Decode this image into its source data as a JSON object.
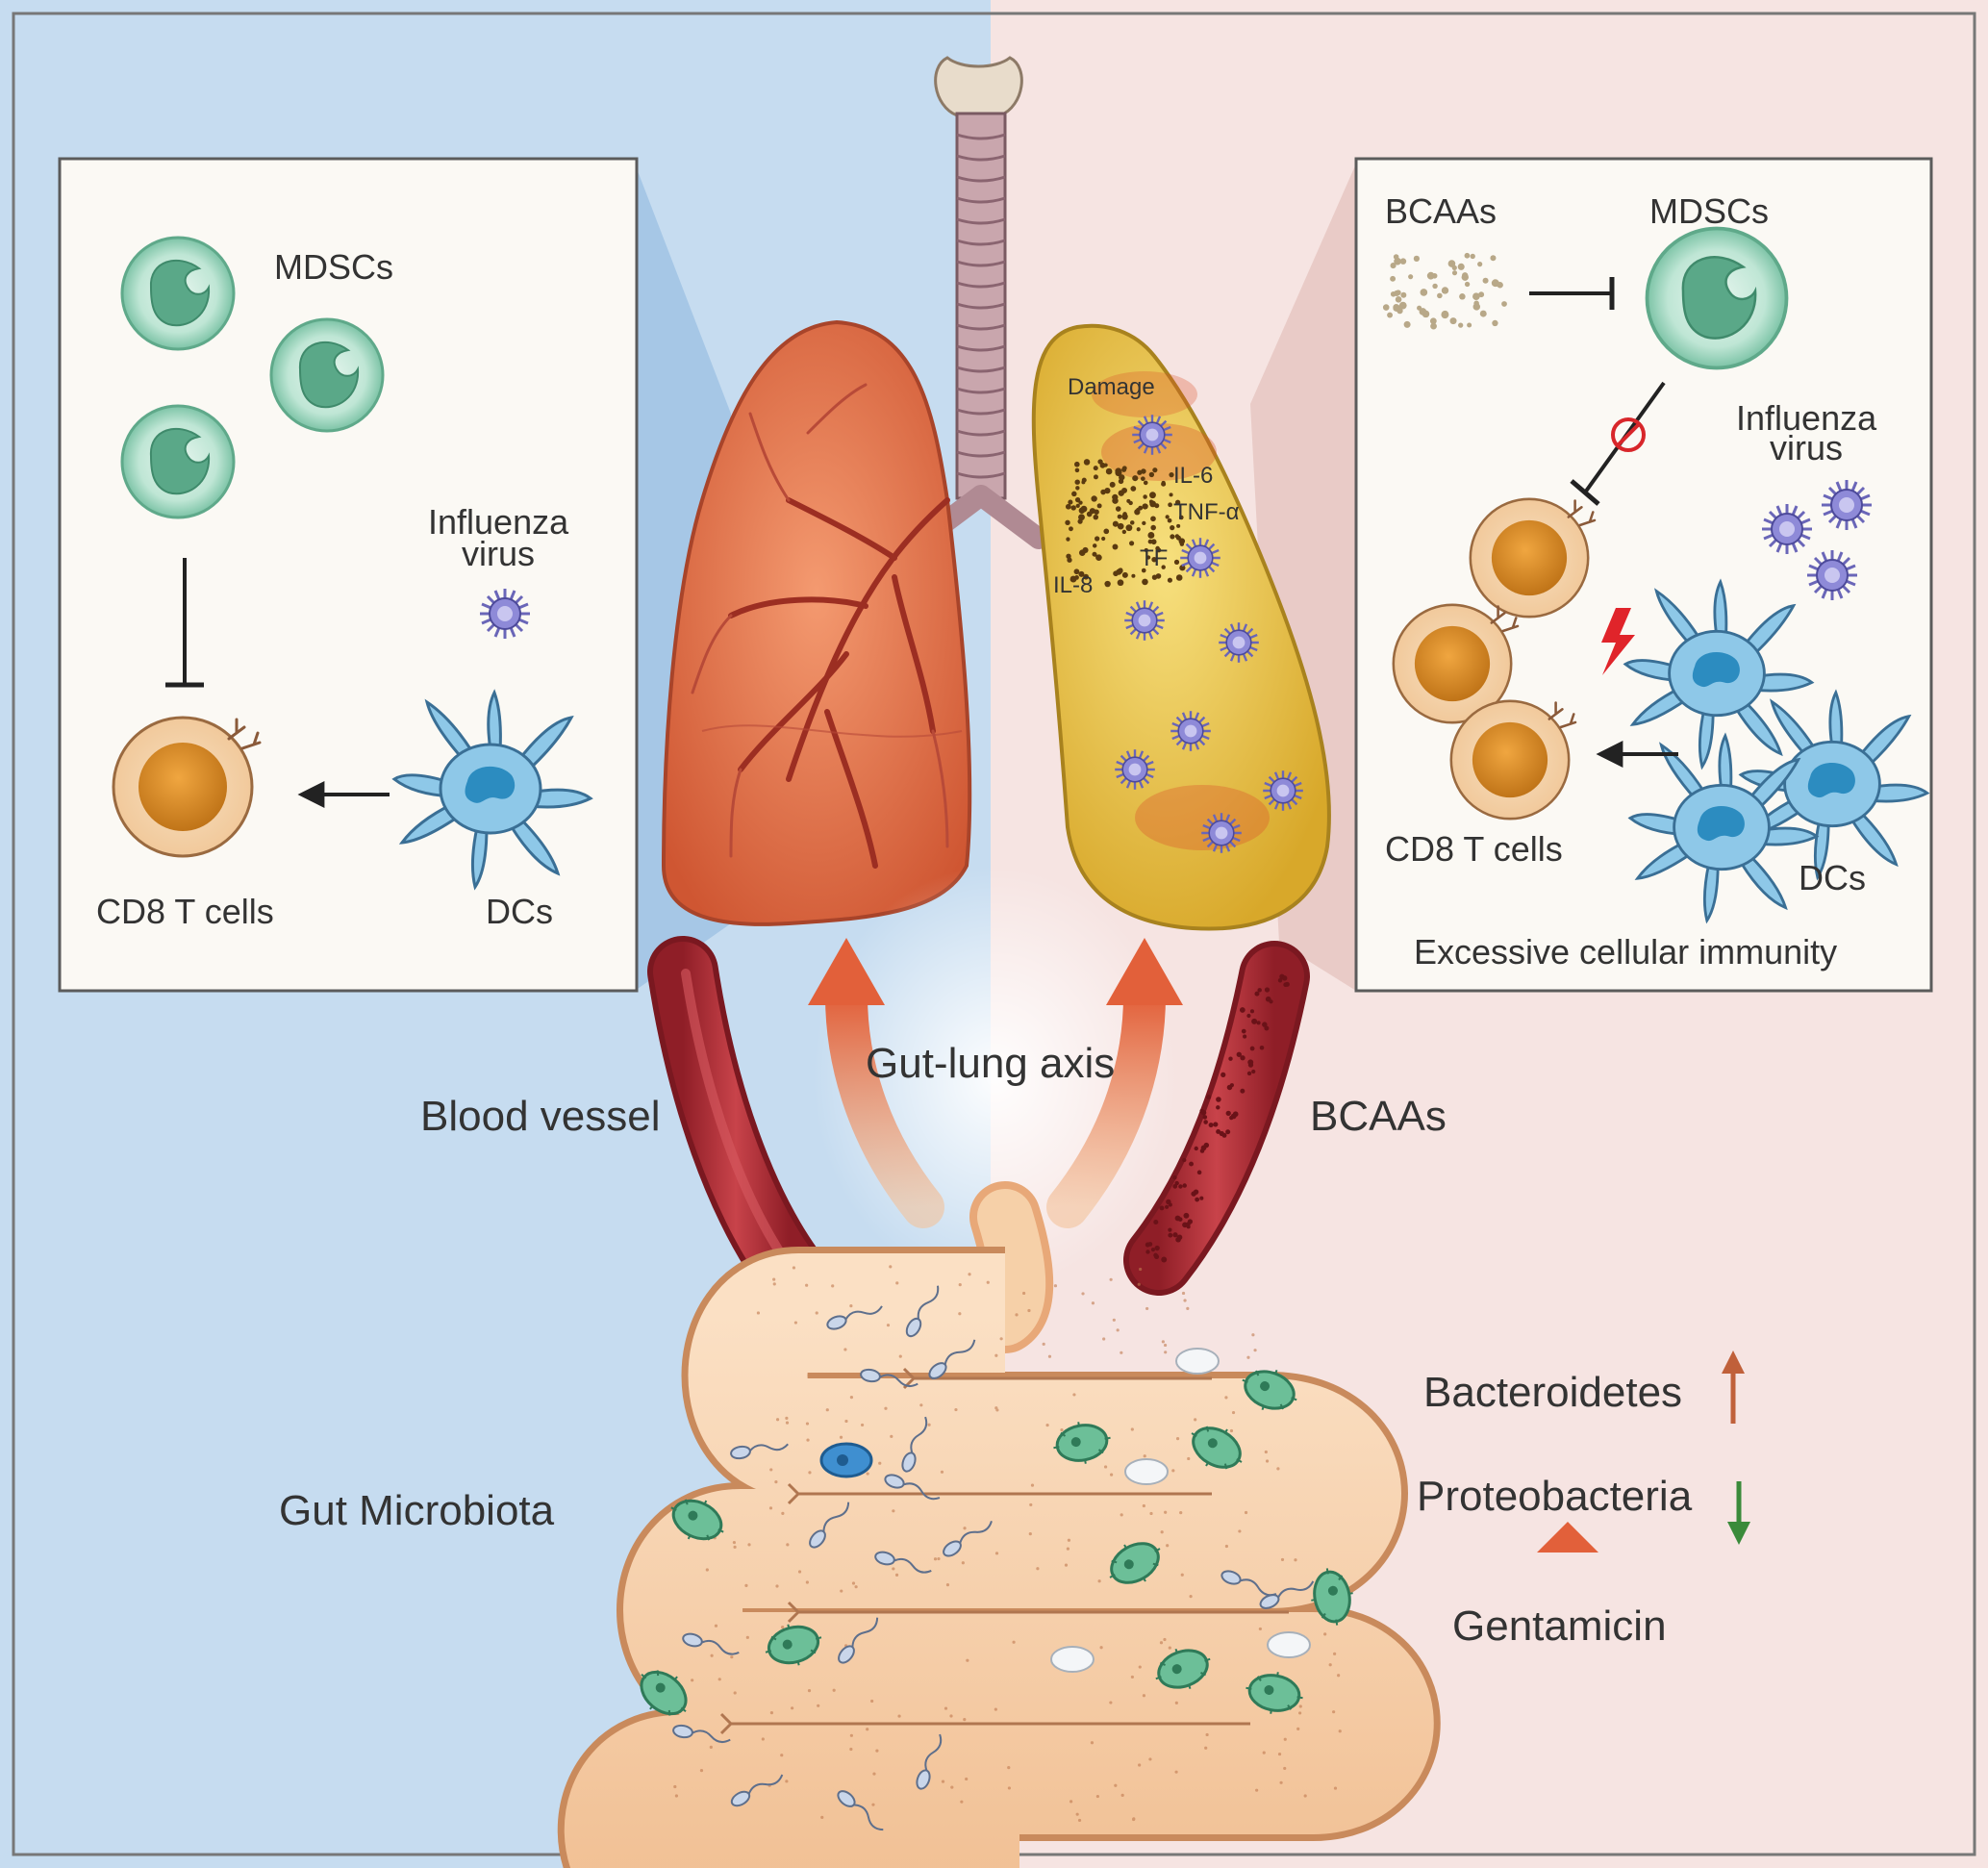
{
  "left_panel": {
    "mdscs": "MDSCs",
    "influenza_line1": "Influenza",
    "influenza_line2": "virus",
    "cd8": "CD8 T cells",
    "dcs": "DCs"
  },
  "right_panel": {
    "bcaas": "BCAAs",
    "mdscs": "MDSCs",
    "influenza_line1": "Influenza",
    "influenza_line2": "virus",
    "cd8": "CD8 T cells",
    "dcs": "DCs",
    "caption": "Excessive cellular immunity"
  },
  "lung_labels": {
    "damage": "Damage",
    "il6": "IL-6",
    "tnf": "TNF-α",
    "tf": "TF",
    "il8": "IL-8"
  },
  "center": {
    "gut_lung_axis": "Gut-lung axis",
    "blood_vessel": "Blood vessel",
    "bcaas": "BCAAs",
    "gut_microbiota": "Gut Microbiota"
  },
  "microbes": {
    "bacteroidetes": "Bacteroidetes",
    "proteobacteria": "Proteobacteria",
    "gentamicin": "Gentamicin"
  },
  "colors": {
    "left_background": "#c6dcf0",
    "right_background": "#f6e4e2",
    "healthy_lung": "#e8704a",
    "infected_lung": "#e8c23a",
    "vessel": "#b8323a",
    "arrow": "#e0704a",
    "increase_arrow": "#c0603a",
    "decrease_arrow": "#3a8a3a",
    "mdsc": "#a8dcc8",
    "t_cell": "#d98a2a",
    "dendritic_cell": "#7cc0e0"
  }
}
